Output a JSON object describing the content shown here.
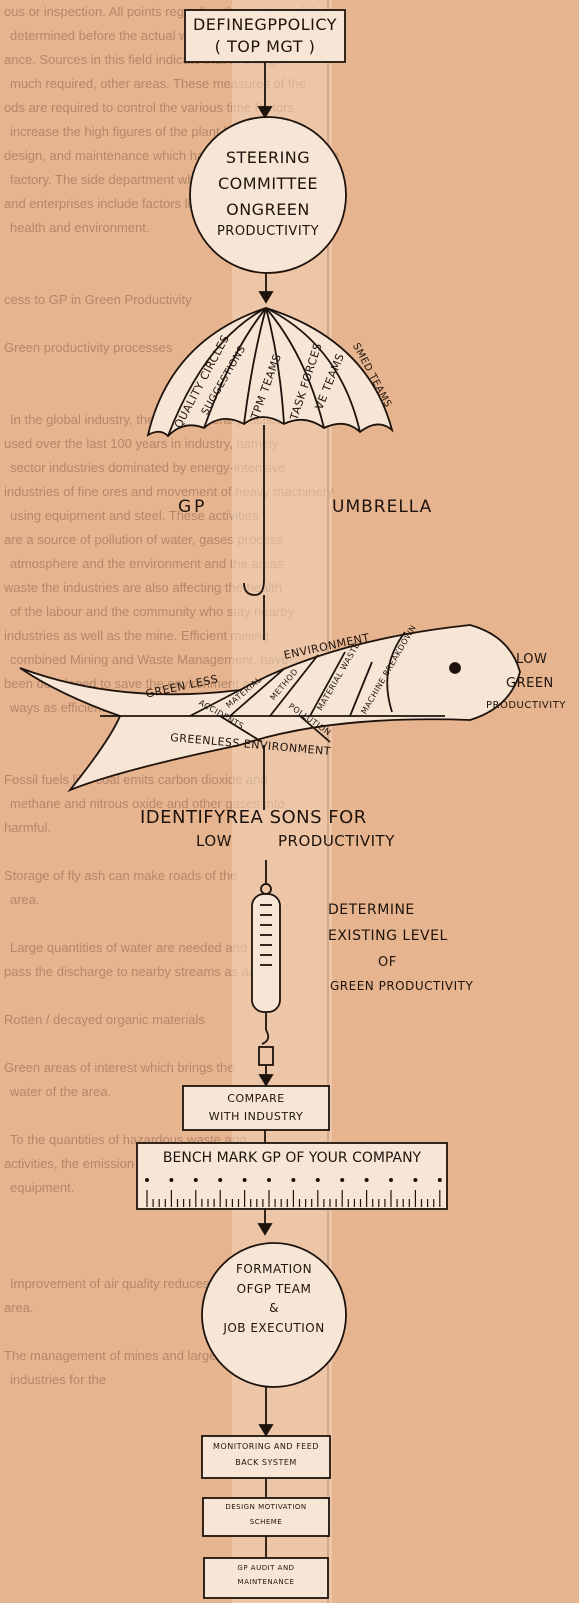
{
  "policy": {
    "line1": "DEFINEGPPOLICY",
    "line2": "( TOP MGT )"
  },
  "steering": {
    "line1": "STEERING",
    "line2": "COMMITTEE",
    "line3": "ONGREEN",
    "line4": "PRODUCTIVITY"
  },
  "umbrella": {
    "panels": [
      "QUALITY CIRCLES",
      "SUGGESTIONS",
      "TPM TEAMS",
      "TASK FORCES",
      "VE TEAMS",
      "SMED TEAMS"
    ],
    "left_label": "GP",
    "right_label": "UMBRELLA"
  },
  "fish": {
    "top_label": "ENVIRONMENT",
    "bottom_label": "GREENLESS ENVIRONMENT",
    "left_bone": "GREEN LESS",
    "bones": [
      "MACHINE BREAKDOWN",
      "MATERIAL WASTE",
      "METHOD",
      "MATERIAL",
      "ACCIDENTS",
      "POLLUTION"
    ],
    "head_label": [
      "LOW",
      "GREEN",
      "PRODUCTIVITY"
    ]
  },
  "identify": {
    "line1": "IDENTIFYREA SONS FOR",
    "line2_left": "LOW",
    "line2_right": "PRODUCTIVITY"
  },
  "determine": {
    "line1": "DETERMINE",
    "line2": "EXISTING LEVEL",
    "line3": "OF",
    "line4": "GREEN PRODUCTIVITY"
  },
  "compare": {
    "line1": "COMPARE",
    "line2": "WITH INDUSTRY"
  },
  "benchmark": {
    "label": "BENCH MARK GP OF YOUR COMPANY"
  },
  "formation": {
    "line1": "FORMATION",
    "line2": "OFGP TEAM",
    "line3": "&",
    "line4": "JOB EXECUTION"
  },
  "monitoring": {
    "line1": "MONITORING AND FEED",
    "line2": "BACK SYSTEM"
  },
  "motivation": {
    "line1": "DESIGN MOTIVATION",
    "line2": "SCHEME"
  },
  "audit": {
    "line1": "GP AUDIT AND",
    "line2": "MAINTENANCE"
  },
  "background_text": [
    "ous or inspection.  All points regarding the working of the",
    "determined before the actual work of the installation",
    "ance.  Sources in this field indicate that in a large",
    "much required, other areas.  These measures of the",
    "ods are required to control the various time factors",
    "increase the high figures of the plant have also the",
    "design, and maintenance which have a direct effect on the",
    "factory. The side department which control the operation",
    "and enterprises include factors like quality, productivity",
    "health and environment.",
    "",
    "",
    "cess to GP in Green Productivity",
    "",
    "Green productivity processes",
    "",
    "",
    "In the global industry, there are several practices",
    "used over the last 100 years in industry, namely",
    "sector industries dominated by energy-intensive",
    "industries of fine ores and movement of heavy machinery",
    "using equipment and steel. These activities",
    "are a source of pollution of water, gases process",
    "atmosphere and the environment and the areas",
    "waste the industries are also affecting the health",
    "of the labour and the community who stay nearby",
    "industries as well as the mine. Efficient mining",
    "combined Mining and Waste Management, have",
    "been developed to save the environment and health",
    "ways as efficient.",
    "",
    "",
    "Fossil fuels like coal emits carbon dioxide and",
    "methane and nitrous oxide and other gases into",
    "harmful.",
    "",
    "Storage of fly ash can make roads of the",
    "area.",
    "",
    "Large quantities of water are needed and",
    "pass the discharge to nearby streams as and",
    "",
    "Rotten / decayed organic materials",
    "",
    "Green areas of interest which brings the",
    "water of the area.",
    "",
    "To the quantities of hazardous waste and",
    "activities, the emission of the pollutants of",
    "equipment.",
    "",
    "",
    "",
    "Improvement of air quality reduces the",
    "area.",
    "",
    "The management of mines and large",
    "industries for the"
  ]
}
